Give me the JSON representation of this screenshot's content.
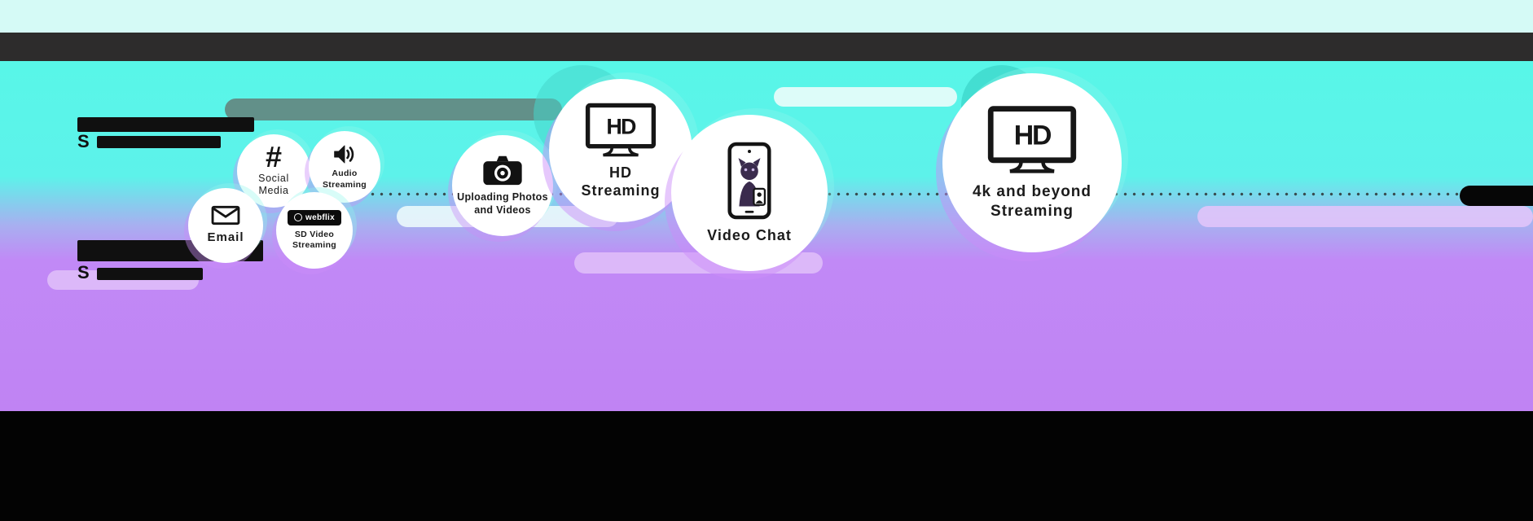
{
  "colors": {
    "cyan_background": "#58f6e8",
    "purple_background": "#c189f6",
    "top_strip": "#d5faf6",
    "header_bar": "#2d2c2c",
    "footer_bar": "#030303",
    "bubble_fill": "#ffffff",
    "lavender_accent": "#ddbaf9",
    "teal_accent": "#46d6cb",
    "text": "#161616"
  },
  "speed_labels": {
    "tier1_visible": "S",
    "tier2_visible": "S"
  },
  "bubbles": [
    {
      "name": "email",
      "label": "Email"
    },
    {
      "name": "social-media",
      "label": "Social\nMedia",
      "glyph": "#"
    },
    {
      "name": "audio-streaming",
      "label": "Audio\nStreaming"
    },
    {
      "name": "sd-video-streaming",
      "label": "SD Video\nStreaming",
      "badge": "webflix"
    },
    {
      "name": "uploading-photos-and-videos",
      "label": "Uploading Photos\nand Videos"
    },
    {
      "name": "hd-streaming",
      "label": "HD\nStreaming",
      "logo": "HD"
    },
    {
      "name": "video-chat",
      "label": "Video Chat"
    },
    {
      "name": "4k-and-beyond-streaming",
      "label": "4k and beyond\nStreaming",
      "logo": "HD"
    }
  ]
}
